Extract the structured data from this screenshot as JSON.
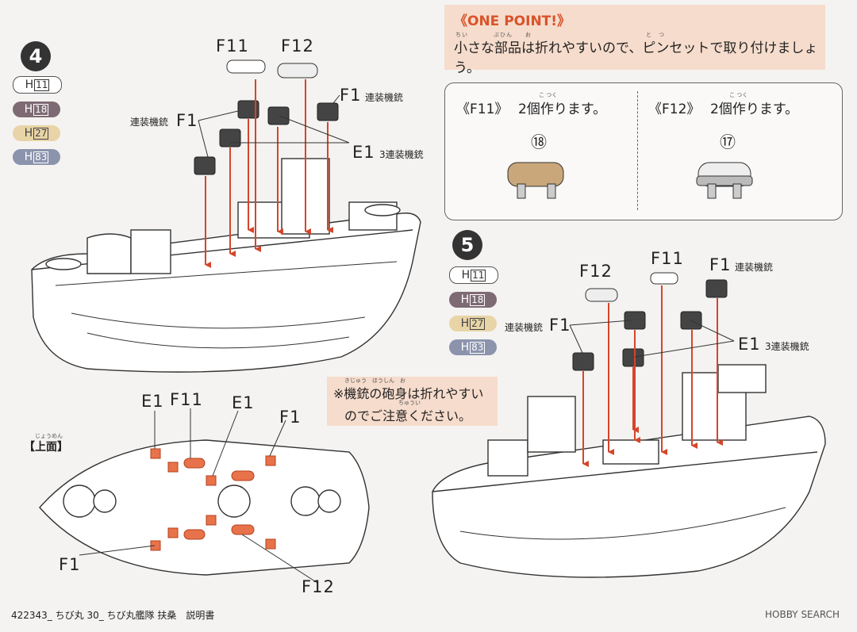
{
  "one_point": {
    "title": "《ONE POINT!》",
    "ruby": "ちい　　　　ぶひん　　お　　　　　　　　　　　　　　　　　　と　つ",
    "text": "小さな部品は折れやすいので、ピンセットで取り付けましょう。"
  },
  "f11_panel": {
    "title": "《F11》",
    "ruby": "こ つく",
    "text": "2個作ります。",
    "part_number": "⑱"
  },
  "f12_panel": {
    "title": "《F12》",
    "ruby": "こ つく",
    "text": "2個作ります。",
    "part_number": "⑰"
  },
  "step4": {
    "number": "4"
  },
  "step5": {
    "number": "5"
  },
  "paints": [
    {
      "prefix": "H",
      "num": "11"
    },
    {
      "prefix": "H",
      "num": "18"
    },
    {
      "prefix": "H",
      "num": "27"
    },
    {
      "prefix": "H",
      "num": "83"
    }
  ],
  "labels": {
    "f11": "F11",
    "f12": "F12",
    "f1": "F1",
    "e1": "E1",
    "twin_mg": "連装機銃",
    "triple_mg": "3連装機銃",
    "top_view": "【上面】",
    "top_view_ruby": "じょうめん"
  },
  "note": {
    "ruby1": "きじゅう　ほうしん　お",
    "line1": "※機銃の砲身は折れやすい",
    "ruby2": "ちゅうい",
    "line2": "のでご注意ください。"
  },
  "footer": "422343_ ちび丸 30_ ちび丸艦隊 扶桑　説明書",
  "watermark": "HOBBY SEARCH",
  "colors": {
    "accent": "#d9532a",
    "pink_bg": "#f6dccc",
    "arrow": "#d5452a",
    "part_fill": "#e8734a"
  }
}
